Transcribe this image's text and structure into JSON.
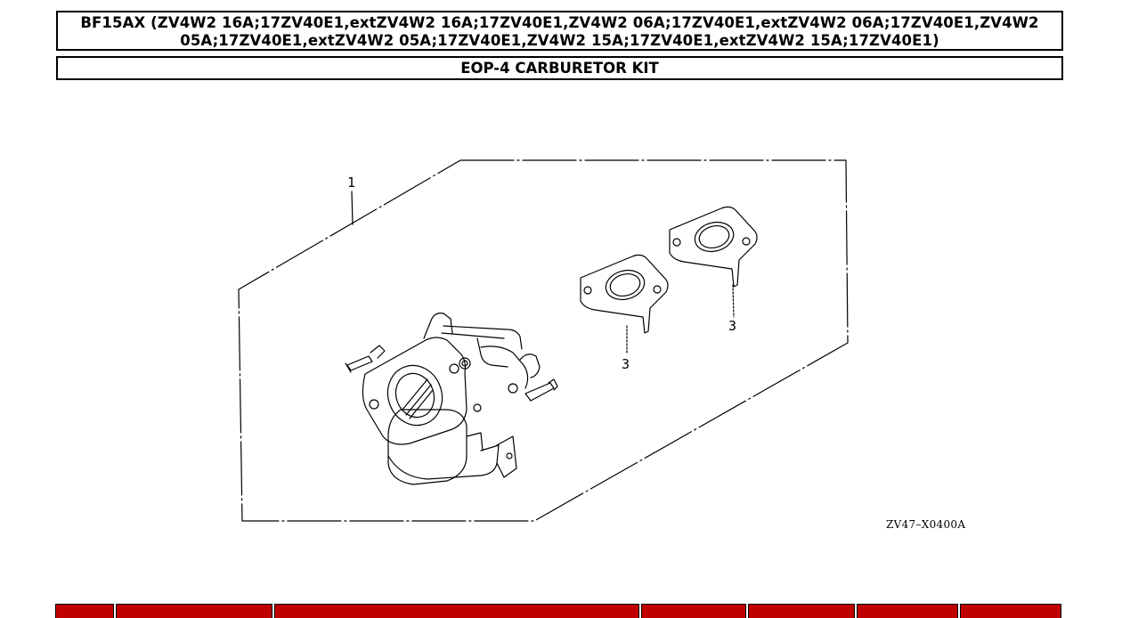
{
  "header": {
    "title": "BF15AX (ZV4W2 16A;17ZV40E1,extZV4W2 16A;17ZV40E1,ZV4W2 06A;17ZV40E1,extZV4W2 06A;17ZV40E1,ZV4W2 05A;17ZV40E1,extZV4W2 05A;17ZV40E1,ZV4W2 15A;17ZV40E1,extZV4W2 15A;17ZV40E1)",
    "section": "EOP-4 CARBURETOR KIT"
  },
  "diagram": {
    "callouts": [
      "1",
      "3",
      "3"
    ],
    "drawing_code": "ZV47–X0400A"
  },
  "colors": {
    "table_header": "#c00000",
    "line": "#000000"
  }
}
